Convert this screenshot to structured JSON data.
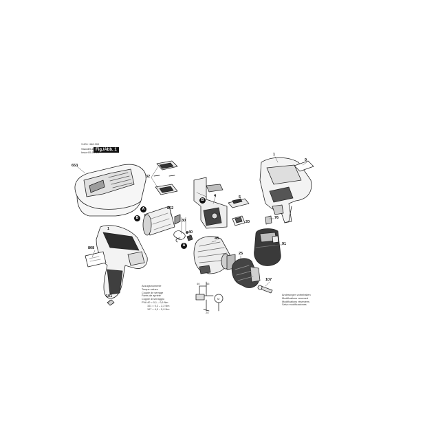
{
  "header": {
    "doc_number": "3 601 H68 000",
    "stamp_line1_label": "Stand",
    "stamp_line1_value": "09-AC",
    "stamp_line2_label": "Issue",
    "stamp_line2_value": "05-09-25",
    "figure_label": "Fig./Abb. 1"
  },
  "markers": {
    "a": "A",
    "b": "B"
  },
  "part_numbers": {
    "charger": "653",
    "switch_covers": "32",
    "motor": "802",
    "screw_30": "30",
    "screw_40": "40",
    "housing_left": "1",
    "nameplate": "808",
    "screw_101": "101",
    "switch": "4",
    "slider": "5",
    "clip_20": "20",
    "gearbox": "45",
    "chuck": "25",
    "screw_107": "107",
    "housing_right": "1",
    "label_9": "9",
    "part_76": "76",
    "battery": "91"
  },
  "torque_legend": {
    "lines": [
      "Anzugsmomente",
      "Torque values",
      "Couple de serrage",
      "Pares de apriete",
      "Coppie di serraggio"
    ],
    "rows": [
      {
        "pos": "PVA  40",
        "eq": "=",
        "val": "0,1 – 0,6 Nm"
      },
      {
        "pos": "101",
        "eq": "=",
        "val": "0,2 – 2,2 Nm"
      },
      {
        "pos": "107",
        "eq": "=",
        "val": "4,0 – 5,0 Nm"
      }
    ]
  },
  "lubrication_diagram": {
    "top_labels": [
      "40",
      "45"
    ],
    "bottom_label": "25",
    "motor_symbol": "M"
  },
  "changes_notice": {
    "lines": [
      "Änderungen vorbehalten",
      "Modifications reserved",
      "Modifications réservées",
      "Salvo modificaciones"
    ]
  }
}
